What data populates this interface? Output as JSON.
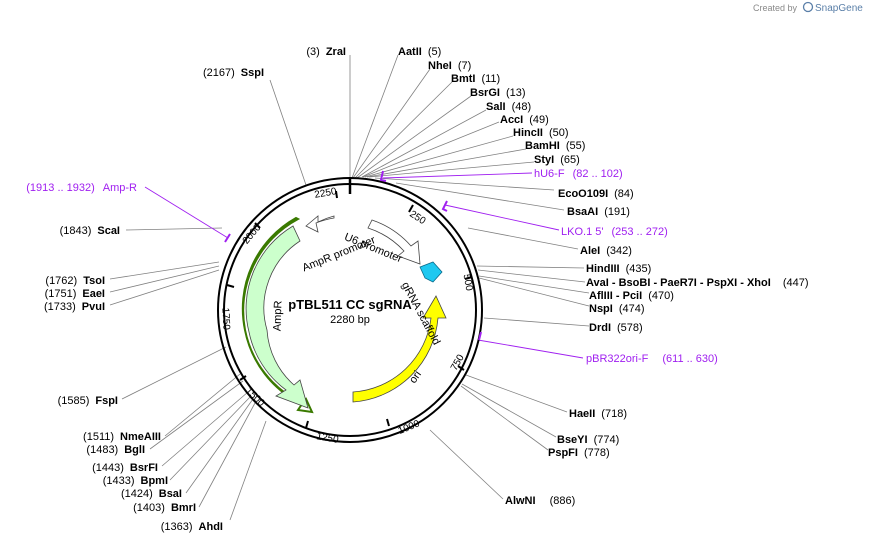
{
  "brand": {
    "created_by": "Created by",
    "name": "SnapGene"
  },
  "plasmid": {
    "name": "pTBL511 CC sgRNA",
    "size": "2280 bp"
  },
  "ruler_ticks": [
    "250",
    "500",
    "750",
    "1000",
    "1250",
    "1500",
    "1750",
    "2000",
    "2250"
  ],
  "features": {
    "ampr_promoter": "AmpR promoter",
    "u6_promoter": "U6 promoter",
    "grna_scaffold": "gRNA scaffold",
    "ori": "ori",
    "ampr": "AmpR"
  },
  "sites_right": [
    {
      "name": "AatII",
      "pos": "(5)"
    },
    {
      "name": "NheI",
      "pos": "(7)"
    },
    {
      "name": "BmtI",
      "pos": "(11)"
    },
    {
      "name": "BsrGI",
      "pos": "(13)"
    },
    {
      "name": "SalI",
      "pos": "(48)"
    },
    {
      "name": "AccI",
      "pos": "(49)"
    },
    {
      "name": "HincII",
      "pos": "(50)"
    },
    {
      "name": "BamHI",
      "pos": "(55)"
    },
    {
      "name": "StyI",
      "pos": "(65)"
    },
    {
      "name": "EcoO109I",
      "pos": "(84)"
    },
    {
      "name": "BsaAI",
      "pos": "(191)"
    },
    {
      "name": "AleI",
      "pos": "(342)"
    },
    {
      "name": "HindIII",
      "pos": "(435)"
    },
    {
      "name": "AvaI - BsoBI - PaeR7I - PspXI - XhoI",
      "pos": "(447)"
    },
    {
      "name": "AflIII - PciI",
      "pos": "(470)"
    },
    {
      "name": "NspI",
      "pos": "(474)"
    },
    {
      "name": "DrdI",
      "pos": "(578)"
    },
    {
      "name": "HaeII",
      "pos": "(718)"
    },
    {
      "name": "BseYI",
      "pos": "(774)"
    },
    {
      "name": "PspFI",
      "pos": "(778)"
    },
    {
      "name": "AlwNI",
      "pos": "(886)"
    }
  ],
  "sites_left": [
    {
      "name": "ZraI",
      "pos": "(3)"
    },
    {
      "name": "SspI",
      "pos": "(2167)"
    },
    {
      "name": "ScaI",
      "pos": "(1843)"
    },
    {
      "name": "TsoI",
      "pos": "(1762)"
    },
    {
      "name": "EaeI",
      "pos": "(1751)"
    },
    {
      "name": "PvuI",
      "pos": "(1733)"
    },
    {
      "name": "FspI",
      "pos": "(1585)"
    },
    {
      "name": "NmeAIII",
      "pos": "(1511)"
    },
    {
      "name": "BglI",
      "pos": "(1483)"
    },
    {
      "name": "BsrFI",
      "pos": "(1443)"
    },
    {
      "name": "BpmI",
      "pos": "(1433)"
    },
    {
      "name": "BsaI",
      "pos": "(1424)"
    },
    {
      "name": "BmrI",
      "pos": "(1403)"
    },
    {
      "name": "AhdI",
      "pos": "(1363)"
    }
  ],
  "primers": [
    {
      "name": "hU6-F",
      "pos": "(82 .. 102)"
    },
    {
      "name": "LKO.1 5'",
      "pos": "(253 .. 272)"
    },
    {
      "name": "pBR322ori-F",
      "pos": "(611 .. 630)"
    },
    {
      "name": "Amp-R",
      "pos": "(1913 .. 1932)"
    }
  ],
  "colors": {
    "primer": "#a020f0",
    "ampr": "#ccffcc",
    "ori": "#ffff00",
    "grna": "#1ec8f0",
    "promoter": "#ffffff"
  }
}
